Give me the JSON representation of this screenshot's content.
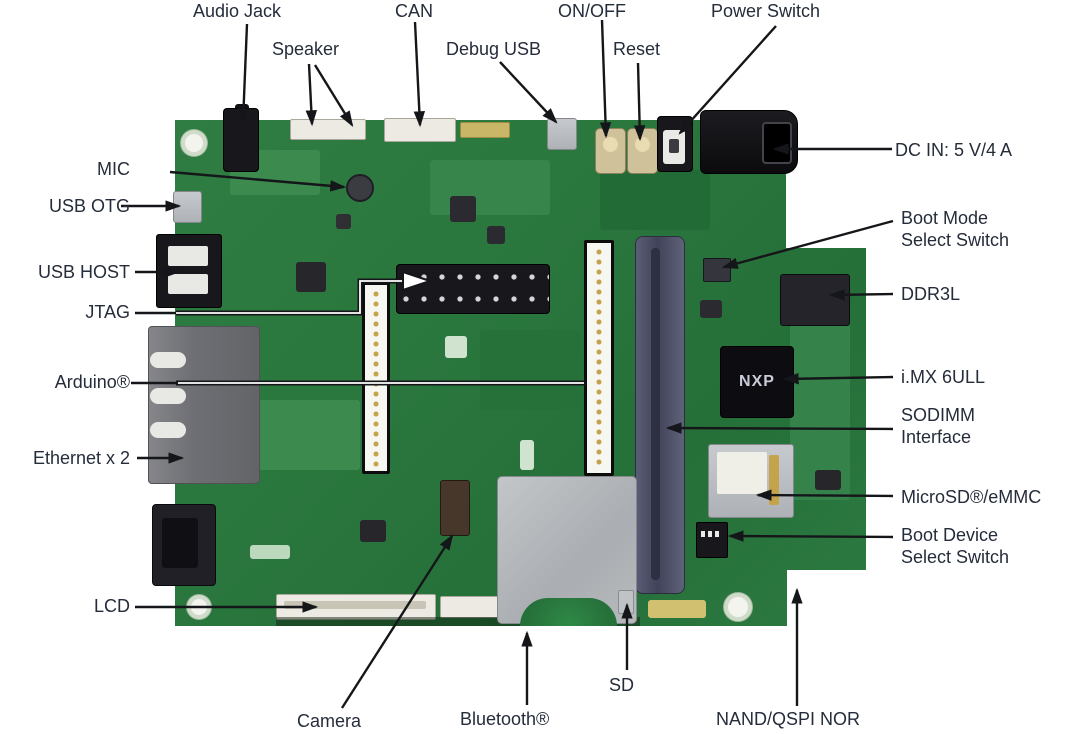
{
  "figure": {
    "type": "annotated-board-photo",
    "board_name_visible_marking": "NXP"
  },
  "callouts": {
    "top": [
      {
        "id": "audio-jack",
        "label": "Audio Jack"
      },
      {
        "id": "speaker",
        "label": "Speaker"
      },
      {
        "id": "can",
        "label": "CAN"
      },
      {
        "id": "debug-usb",
        "label": "Debug USB"
      },
      {
        "id": "on-off",
        "label": "ON/OFF"
      },
      {
        "id": "reset",
        "label": "Reset"
      },
      {
        "id": "power-switch",
        "label": "Power Switch"
      }
    ],
    "right": [
      {
        "id": "dc-in",
        "label": "DC IN: 5 V/4 A"
      },
      {
        "id": "boot-mode",
        "lines": [
          "Boot Mode",
          "Select Switch"
        ]
      },
      {
        "id": "ddr3l",
        "label": "DDR3L"
      },
      {
        "id": "imx-6ull",
        "label": "i.MX 6ULL"
      },
      {
        "id": "sodimm",
        "lines": [
          "SODIMM",
          "Interface"
        ]
      },
      {
        "id": "microsd",
        "label": "MicroSD®/eMMC"
      },
      {
        "id": "boot-device",
        "lines": [
          "Boot Device",
          "Select Switch"
        ]
      }
    ],
    "left": [
      {
        "id": "mic",
        "label": "MIC"
      },
      {
        "id": "usb-otg",
        "label": "USB OTG"
      },
      {
        "id": "usb-host",
        "label": "USB HOST"
      },
      {
        "id": "jtag",
        "label": "JTAG"
      },
      {
        "id": "arduino",
        "label": "Arduino®"
      },
      {
        "id": "ethernet",
        "label": "Ethernet x 2"
      },
      {
        "id": "lcd",
        "label": "LCD"
      }
    ],
    "bottom": [
      {
        "id": "camera",
        "label": "Camera"
      },
      {
        "id": "bluetooth",
        "label": "Bluetooth®"
      },
      {
        "id": "sd",
        "label": "SD"
      },
      {
        "id": "nand",
        "label": "NAND/QSPI NOR"
      }
    ]
  },
  "board": {
    "cpu_marking": "NXP"
  },
  "colors": {
    "label_text": "#252c3a",
    "arrow": "#15161a",
    "pcb_green": "#2e7c42",
    "chip_black": "#0d0d11",
    "connector_silver": "#b9bdc1"
  }
}
